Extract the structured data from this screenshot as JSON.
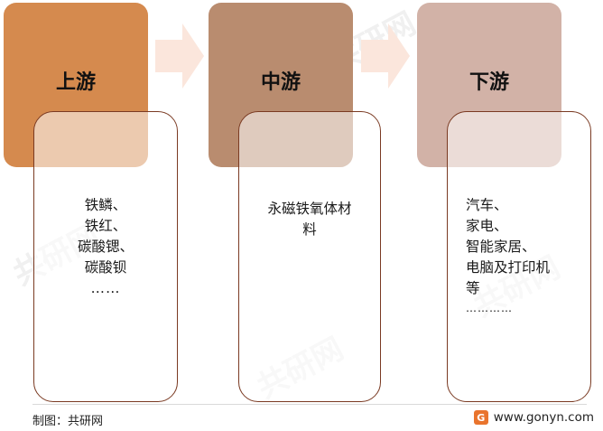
{
  "stages": [
    {
      "title": "上游",
      "color": "#d58a4e"
    },
    {
      "title": "中游",
      "color": "#b98c6f"
    },
    {
      "title": "下游",
      "color": "#d2b2a7"
    }
  ],
  "upstream_items": [
    "铁鳞、",
    "铁红、",
    "碳酸锶、",
    "碳酸钡",
    "……"
  ],
  "midstream_items": [
    "永磁铁氧体材",
    "料"
  ],
  "downstream_items": [
    "汽车、",
    "家电、",
    "智能家居、",
    "电脑及打印机",
    "等",
    "…………"
  ],
  "footer": {
    "source": "制图：共研网",
    "site": "www.gonyn.com",
    "logo_glyph": "G"
  },
  "watermark": "共研网"
}
